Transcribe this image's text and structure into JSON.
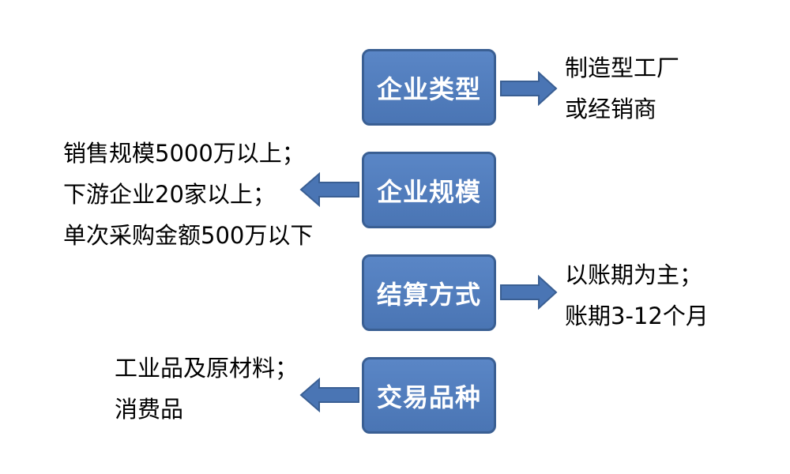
{
  "colors": {
    "box_fill": "#4a75b4",
    "box_border": "#3a5f93",
    "box_text": "#ffffff",
    "arrow_fill": "#4a75b4",
    "text": "#000000"
  },
  "boxes": [
    {
      "label": "企业类型"
    },
    {
      "label": "企业规模"
    },
    {
      "label": "结算方式"
    },
    {
      "label": "交易品种"
    }
  ],
  "notes": {
    "type": [
      "制造型工厂",
      "或经销商"
    ],
    "scale": [
      "销售规模5000万以上；",
      "下游企业20家以上；",
      "单次采购金额500万以下"
    ],
    "settlement": [
      "以账期为主；",
      "账期3-12个月"
    ],
    "variety": [
      "工业品及原材料；",
      "消费品"
    ]
  }
}
